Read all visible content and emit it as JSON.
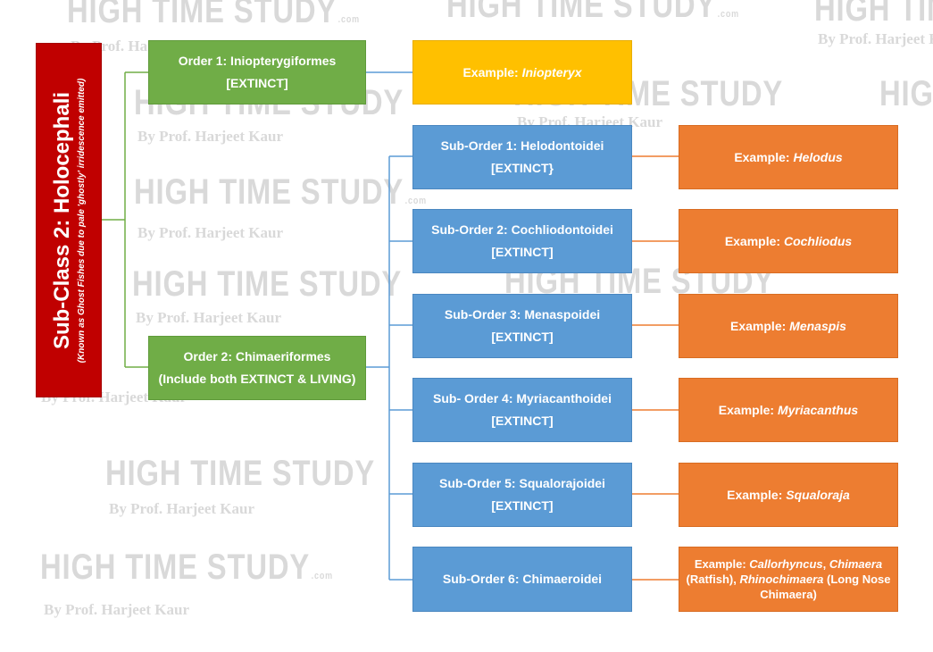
{
  "watermark": {
    "brand": "HIGH TIME STUDY",
    "domain_suffix": ".com",
    "author": "By Prof. Harjeet Kaur"
  },
  "subclass": {
    "title": "Sub-Class 2: Holocephali",
    "note": "(Known as Ghost Fishes due to pale 'ghostly' irridescence emitted)"
  },
  "orders": [
    {
      "line1": "Order 1: Iniopterygiformes",
      "line2": "[EXTINCT]"
    },
    {
      "line1": "Order 2: Chimaeriformes",
      "line2": "(Include both EXTINCT & LIVING)"
    }
  ],
  "order1_example": {
    "prefix": "Example: ",
    "genus": "Iniopteryx"
  },
  "suborders": [
    {
      "line1": "Sub-Order 1: Helodontoidei",
      "line2": "[EXTINCT}"
    },
    {
      "line1": "Sub-Order 2: Cochliodontoidei",
      "line2": "[EXTINCT]"
    },
    {
      "line1": "Sub-Order 3: Menaspoidei",
      "line2": "[EXTINCT]"
    },
    {
      "line1": "Sub- Order 4: Myriacanthoidei",
      "line2": "[EXTINCT]"
    },
    {
      "line1": "Sub-Order 5: Squalorajoidei",
      "line2": "[EXTINCT]"
    },
    {
      "line1": "Sub-Order 6: Chimaeroidei",
      "line2": ""
    }
  ],
  "examples": [
    {
      "prefix": "Example: ",
      "genus": "Helodus"
    },
    {
      "prefix": "Example: ",
      "genus": "Cochliodus"
    },
    {
      "prefix": "Example: ",
      "genus": "Menaspis"
    },
    {
      "prefix": "Example: ",
      "genus": "Myriacanthus"
    },
    {
      "prefix": "Example: ",
      "genus": "Squaloraja"
    }
  ],
  "example6": {
    "prefix": "Example: ",
    "genus_a": "Callorhyncus",
    "sep1": ", ",
    "genus_b": "Chimaera",
    "text_b": " (Ratfish), ",
    "genus_c": "Rhinochimaera",
    "text_c": " (Long Nose Chimaera)"
  },
  "colors": {
    "subclass": "#c00000",
    "order": "#70ad47",
    "suborder": "#5b9bd5",
    "example": "#ed7d31",
    "order1_example": "#ffc000",
    "connector_green": "#70ad47",
    "connector_blue": "#5b9bd5",
    "connector_orange": "#ed7d31"
  }
}
